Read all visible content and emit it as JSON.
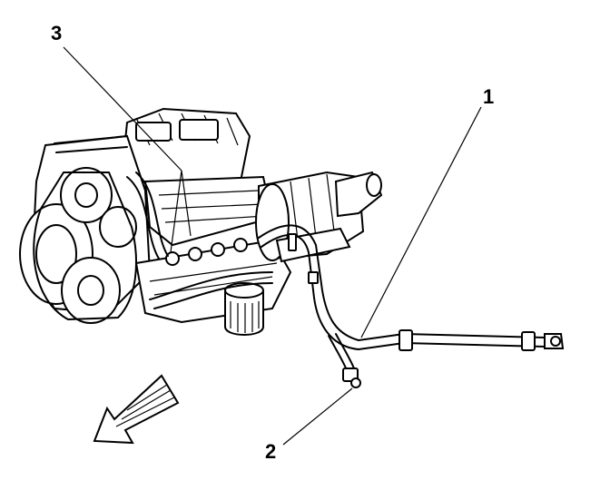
{
  "callouts": {
    "c1": "1",
    "c2": "2",
    "c3": "3"
  },
  "colors": {
    "ink": "#000000",
    "paper": "#ffffff"
  },
  "icons": {
    "front_arrow": "front-direction-arrow-icon"
  }
}
